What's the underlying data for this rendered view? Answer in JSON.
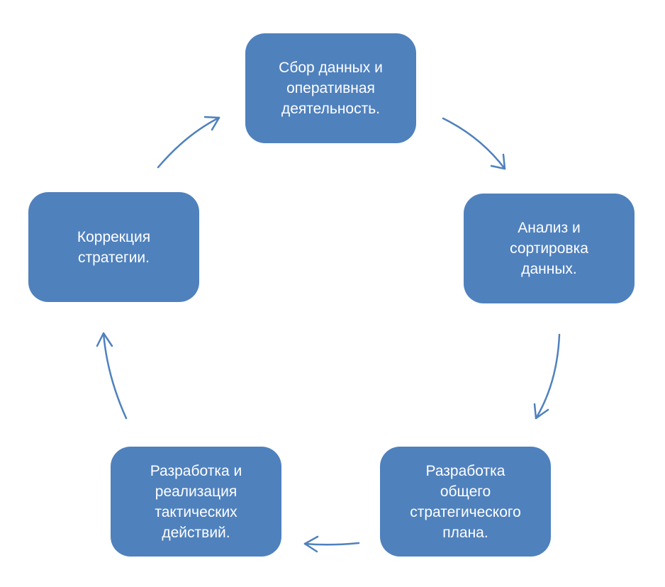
{
  "diagram": {
    "type": "cycle",
    "colors": {
      "node_fill": "#4F81BD",
      "node_text": "#FFFFFF",
      "arrow": "#4F81BD",
      "background": "#FFFFFF"
    },
    "nodes": [
      {
        "id": "1",
        "label": "Сбор данных и\nоперативная\nдеятельность."
      },
      {
        "id": "2",
        "label": "Анализ и\nсортировка\nданных."
      },
      {
        "id": "3",
        "label": "Разработка\nобщего\nстратегического\nплана."
      },
      {
        "id": "4",
        "label": "Разработка и\nреализация\nтактических\nдействий."
      },
      {
        "id": "5",
        "label": "Коррекция\nстратегии."
      }
    ],
    "edges": [
      {
        "from": "1",
        "to": "2"
      },
      {
        "from": "2",
        "to": "3"
      },
      {
        "from": "3",
        "to": "4"
      },
      {
        "from": "4",
        "to": "5"
      },
      {
        "from": "5",
        "to": "1"
      }
    ]
  }
}
